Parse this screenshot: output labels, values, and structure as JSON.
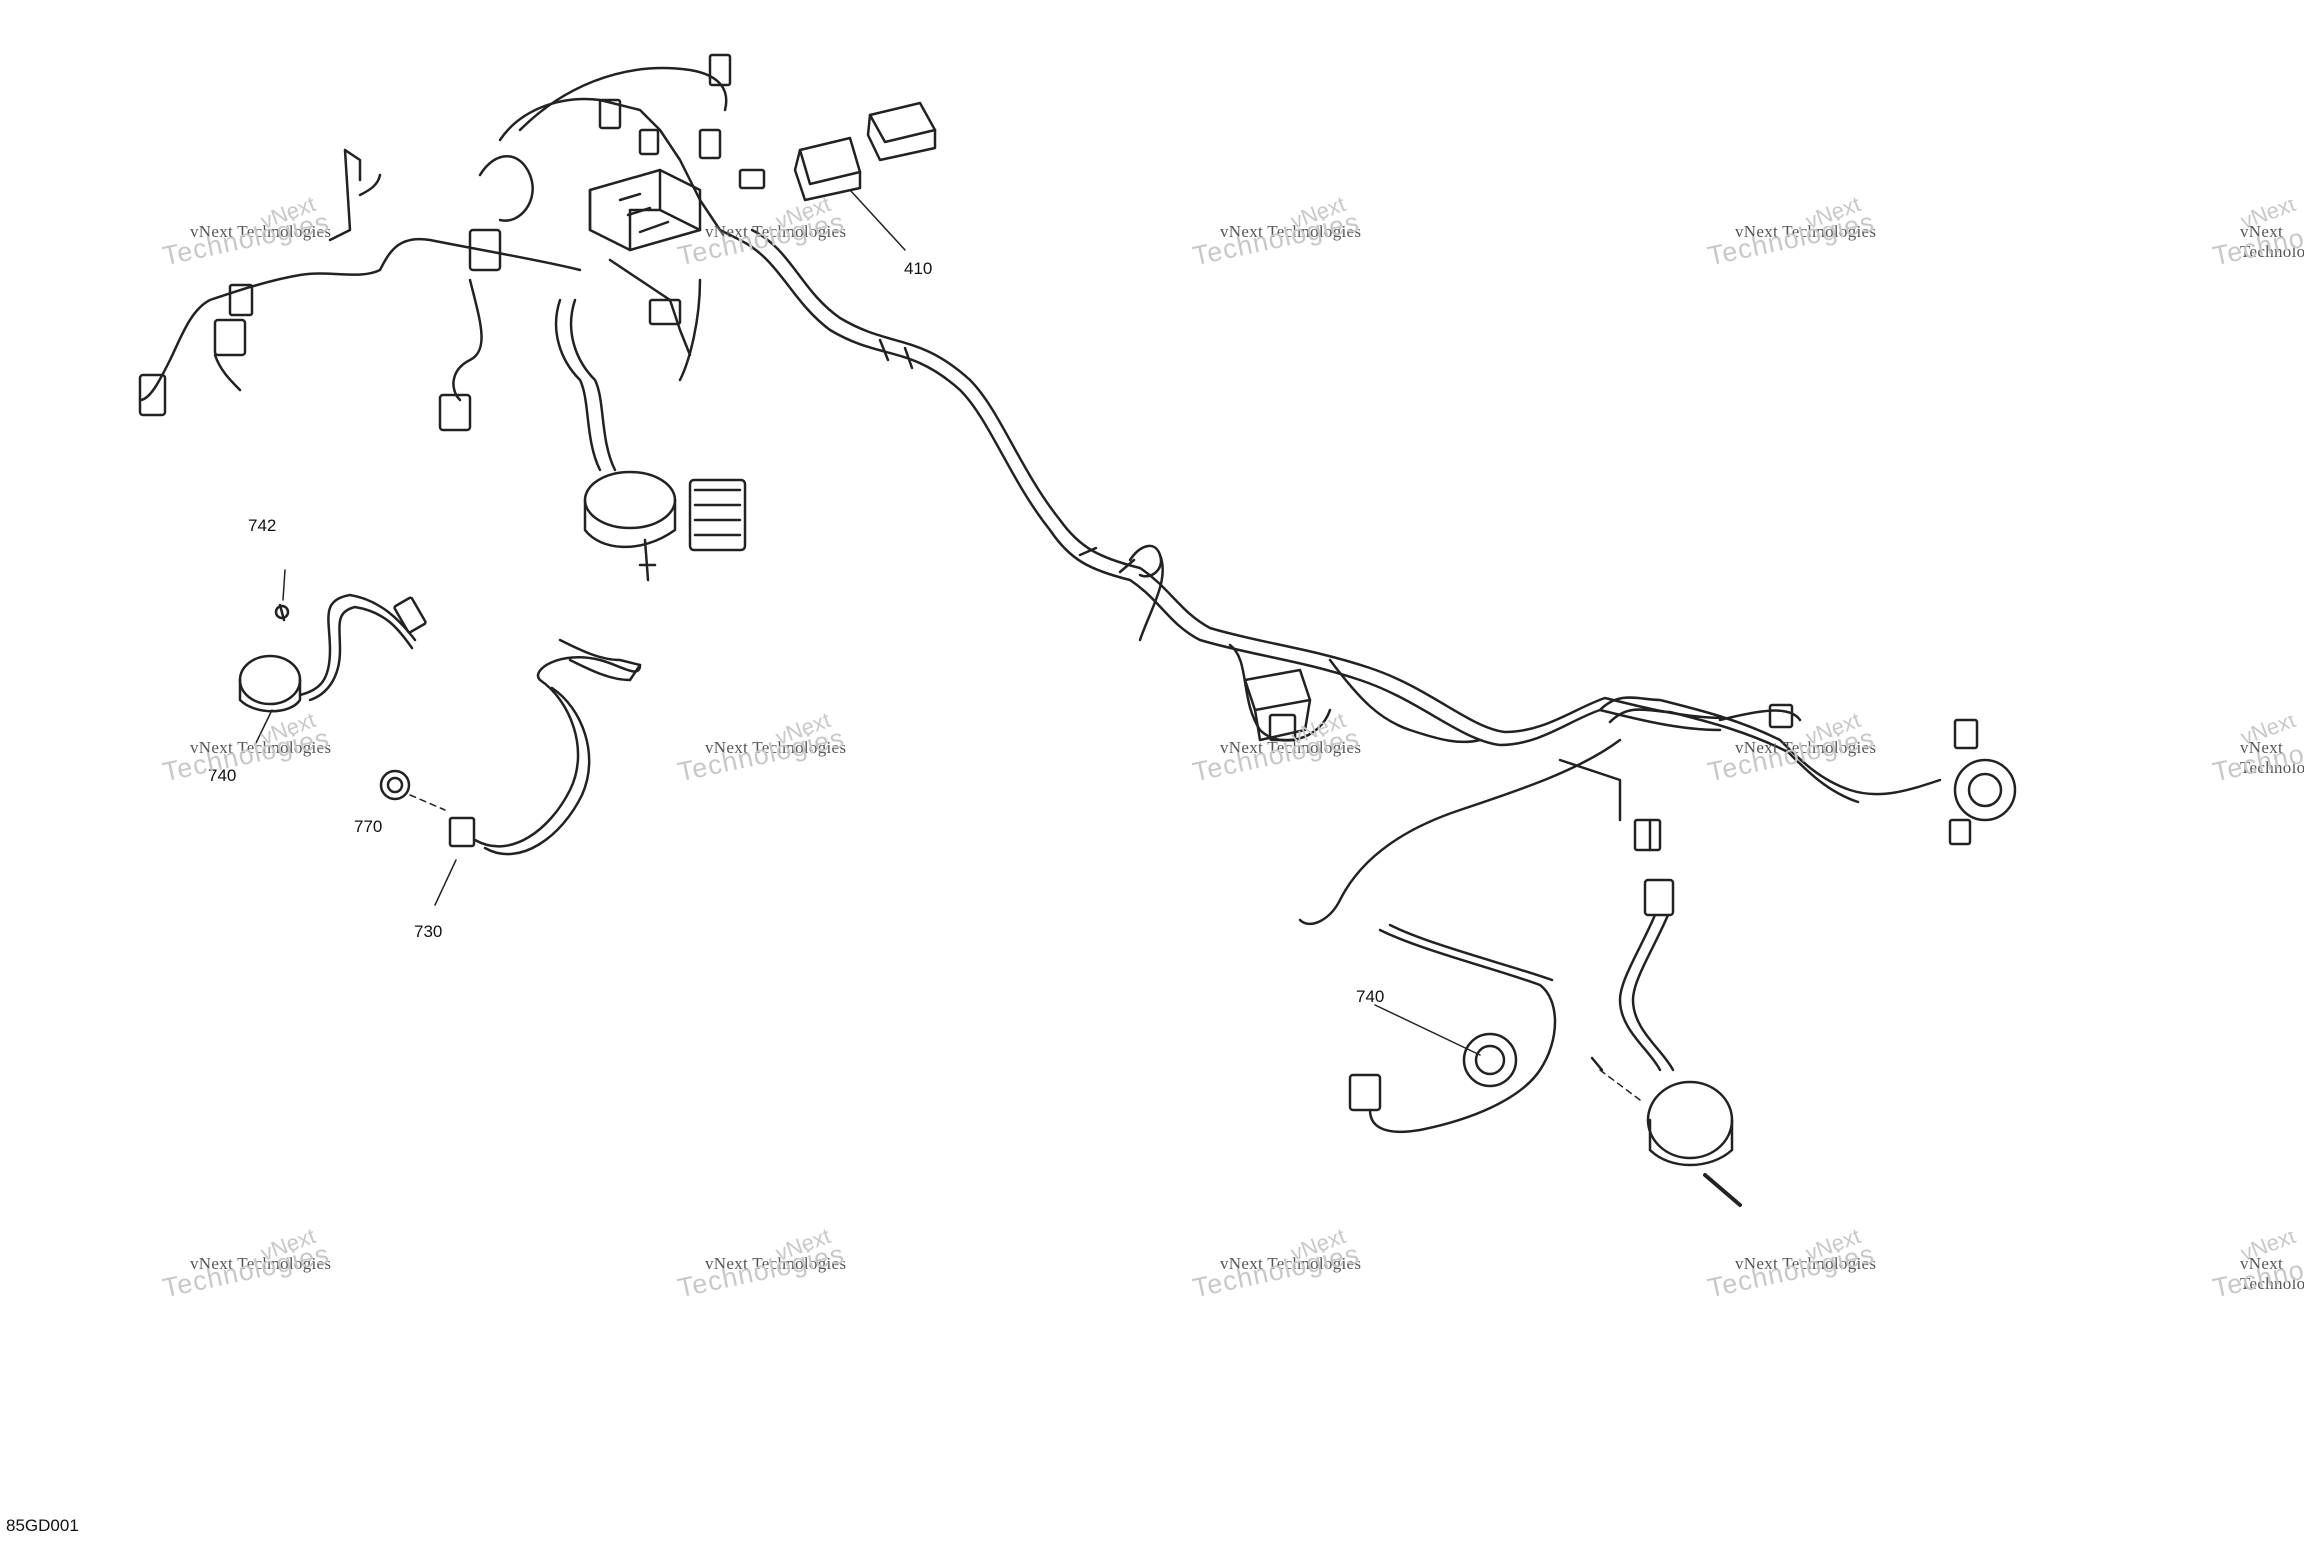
{
  "callouts": {
    "c410": "410",
    "c742": "742",
    "c740a": "740",
    "c770": "770",
    "c730": "730",
    "c740b": "740"
  },
  "watermark": {
    "brand": "vNext Technologies",
    "big": "Technologies",
    "small": "vNext"
  },
  "figure_code": "85GD001",
  "colors": {
    "line": "#222222",
    "watermark": "#c8c8c8"
  }
}
